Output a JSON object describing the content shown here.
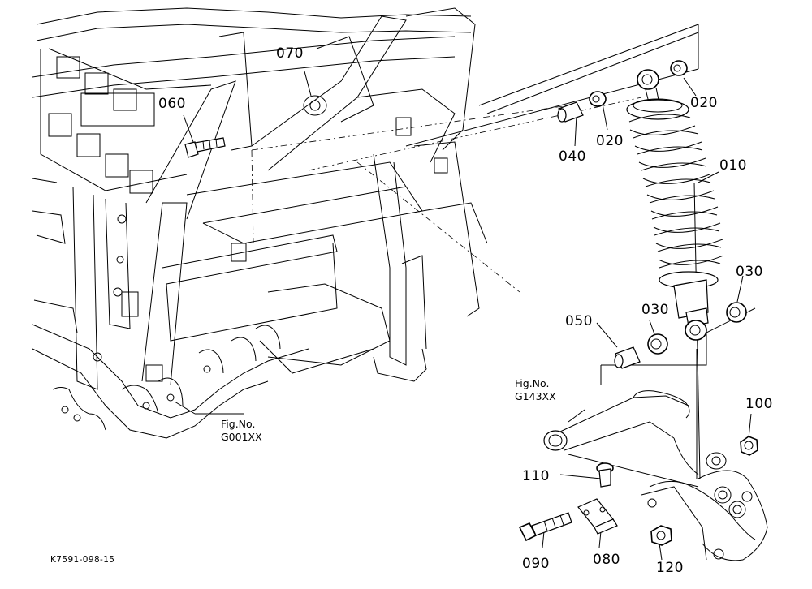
{
  "parts": [
    {
      "id": "p010",
      "label": "010"
    },
    {
      "id": "p020a",
      "label": "020"
    },
    {
      "id": "p020b",
      "label": "020"
    },
    {
      "id": "p030a",
      "label": "030"
    },
    {
      "id": "p030b",
      "label": "030"
    },
    {
      "id": "p040",
      "label": "040"
    },
    {
      "id": "p050",
      "label": "050"
    },
    {
      "id": "p060",
      "label": "060"
    },
    {
      "id": "p070",
      "label": "070"
    },
    {
      "id": "p080",
      "label": "080"
    },
    {
      "id": "p090",
      "label": "090"
    },
    {
      "id": "p100",
      "label": "100"
    },
    {
      "id": "p110",
      "label": "110"
    },
    {
      "id": "p120",
      "label": "120"
    }
  ],
  "refs": {
    "frame": {
      "line1": "Fig.No.",
      "line2": "G001XX"
    },
    "arm": {
      "line1": "Fig.No.",
      "line2": "G143XX"
    }
  },
  "drawing_code": "K7591-098-15"
}
